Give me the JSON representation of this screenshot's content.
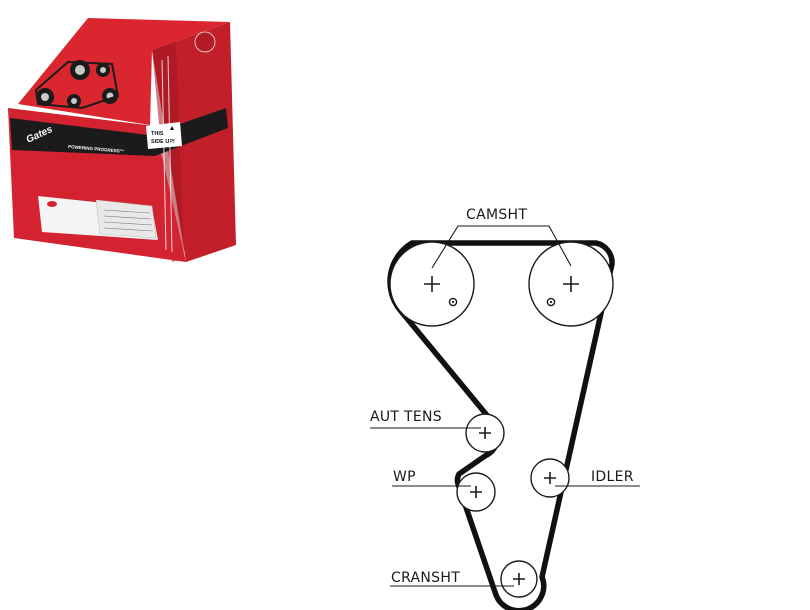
{
  "product_box": {
    "brand": "Gates",
    "tagline": "POWERING PROGRESS™",
    "orientation_note_line1": "THIS",
    "orientation_note_line2": "SIDE UP!",
    "colors": {
      "red": "#d42330",
      "dark_red": "#9e1620",
      "black": "#1b1b1b",
      "white": "#ffffff"
    }
  },
  "diagram": {
    "labels": {
      "camshaft": "CAMSHT",
      "tensioner": "AUT TENS",
      "water_pump": "WP",
      "idler": "IDLER",
      "crankshaft": "CRANSHT"
    },
    "colors": {
      "belt": "#111111",
      "line": "#1a1a1a"
    }
  }
}
